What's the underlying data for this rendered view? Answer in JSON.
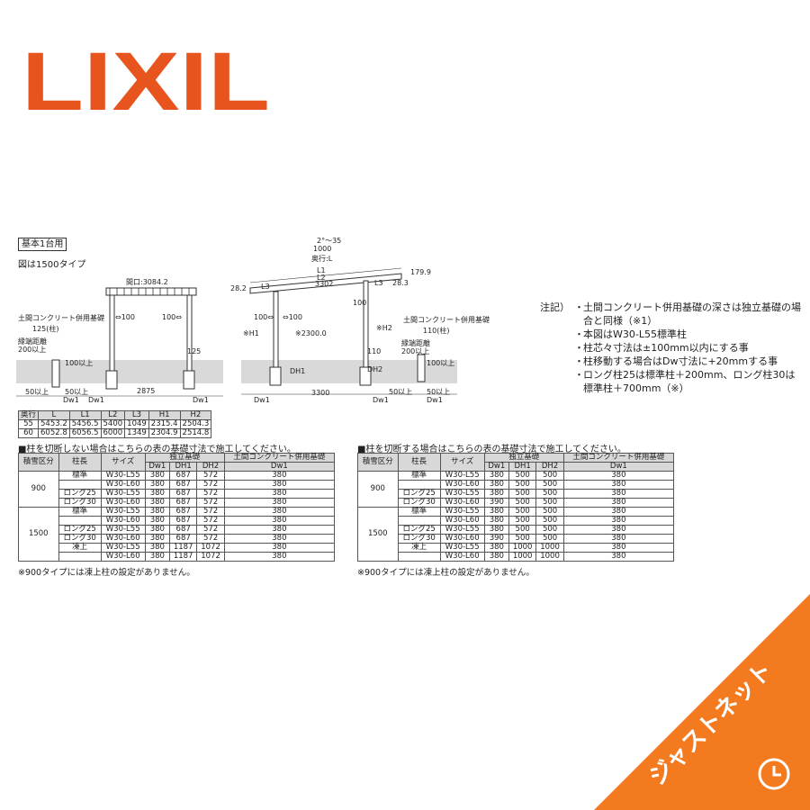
{
  "brand": {
    "logo_text": "LIXIL",
    "color": "#e8541d"
  },
  "section_tag": "基本1台用",
  "subtitle": "図は1500タイプ",
  "drawing_labels": {
    "front": {
      "opening": "間口:3084.2",
      "slab_label": "土間コンクリート併用基礎",
      "col125": "125(柱)",
      "edge_dist": "縁端距離",
      "edge_min": "200以上",
      "arrow_left": "⇔100",
      "arrow_right": "100⇔",
      "dim_100": "100以上",
      "dim_125": "125",
      "dim_50": "50以上",
      "dim_50b": "50以上",
      "dim_span": "2875",
      "dw_left": "Dw1",
      "dw_mid": "Dw1",
      "dw_right": "Dw1"
    },
    "side": {
      "top_slope": "2°～35",
      "top_1000": "1000",
      "depth": "奥行:L",
      "l1": "L1",
      "l2": "L2",
      "l3_left": "L3",
      "l3_right": "L3",
      "span_3302": "3302",
      "dim_28_left": "28.2",
      "dim_28_right": "28.3",
      "dim_179": "179.9",
      "h1": "※H1",
      "h2": "※H2",
      "h2300": "※2300.0",
      "h110": "110",
      "dim_100": "100",
      "arrow_left": "100⇔",
      "arrow_right": "⇔100",
      "dh1_left": "DH1",
      "dh2_right": "DH2",
      "span_3300": "3300",
      "dw_left": "Dw1",
      "dw_right": "Dw1",
      "dw_mid": "Dw1",
      "slab_label": "土間コンクリート併用基礎",
      "col110": "110(柱)",
      "edge_dist": "縁端距離",
      "edge_min": "200以上",
      "dim_50": "50以上",
      "dim_50b": "50以上",
      "dim_100b": "100以上"
    }
  },
  "dim_table": {
    "headers": [
      "奥行",
      "L",
      "L1",
      "L2",
      "L3",
      "H1",
      "H2"
    ],
    "rows": [
      [
        "55",
        "5453.2",
        "5456.5",
        "5400",
        "1049",
        "2315.4",
        "2504.3"
      ],
      [
        "60",
        "6052.8",
        "6056.5",
        "6000",
        "1349",
        "2304.9",
        "2514.8"
      ]
    ]
  },
  "notes": {
    "label": "注記）",
    "items": [
      "土間コンクリート併用基礎の深さは独立基礎の場合と同様（※1）",
      "本図はW30-L55標準柱",
      "柱芯々寸法は±100mm以内にする事",
      "柱移動する場合はDw寸法に+20mmする事",
      "ロング柱25は標準柱＋200mm、ロング柱30は標準柱＋700mm（※）"
    ]
  },
  "table_left": {
    "caption": "■柱を切断しない場合はこちらの表の基礎寸法で施工してください。",
    "head1": [
      "積雪区分",
      "柱長",
      "サイズ",
      "独立基礎",
      "土間コンクリート併用基礎"
    ],
    "head2": [
      "Dw1",
      "DH1",
      "DH2",
      "Dw1"
    ],
    "groups": [
      {
        "snow": "900",
        "rows": [
          {
            "len": "標準",
            "size": "W30-L55",
            "v": [
              "380",
              "687",
              "572",
              "380"
            ]
          },
          {
            "len": "",
            "size": "W30-L60",
            "v": [
              "380",
              "687",
              "572",
              "380"
            ]
          },
          {
            "len": "ロング25",
            "size": "W30-L55",
            "v": [
              "380",
              "687",
              "572",
              "380"
            ]
          },
          {
            "len": "ロング30",
            "size": "W30-L60",
            "v": [
              "380",
              "687",
              "572",
              "380"
            ]
          }
        ]
      },
      {
        "snow": "1500",
        "rows": [
          {
            "len": "標準",
            "size": "W30-L55",
            "v": [
              "380",
              "687",
              "572",
              "380"
            ]
          },
          {
            "len": "",
            "size": "W30-L60",
            "v": [
              "380",
              "687",
              "572",
              "380"
            ]
          },
          {
            "len": "ロング25",
            "size": "W30-L55",
            "v": [
              "380",
              "687",
              "572",
              "380"
            ]
          },
          {
            "len": "ロング30",
            "size": "W30-L60",
            "v": [
              "380",
              "687",
              "572",
              "380"
            ]
          },
          {
            "len": "凍上",
            "size": "W30-L55",
            "v": [
              "380",
              "1187",
              "1072",
              "380"
            ]
          },
          {
            "len": "",
            "size": "W30-L60",
            "v": [
              "380",
              "1187",
              "1072",
              "380"
            ]
          }
        ]
      }
    ],
    "footnote": "※900タイプには凍上柱の設定がありません。"
  },
  "table_right": {
    "caption": "■柱を切断する場合はこちらの表の基礎寸法で施工してください。",
    "head1": [
      "積雪区分",
      "柱長",
      "サイズ",
      "独立基礎",
      "土間コンクリート併用基礎"
    ],
    "head2": [
      "Dw1",
      "DH1",
      "DH2",
      "Dw1"
    ],
    "groups": [
      {
        "snow": "900",
        "rows": [
          {
            "len": "標準",
            "size": "W30-L55",
            "v": [
              "380",
              "500",
              "500",
              "380"
            ]
          },
          {
            "len": "",
            "size": "W30-L60",
            "v": [
              "380",
              "500",
              "500",
              "380"
            ]
          },
          {
            "len": "ロング25",
            "size": "W30-L55",
            "v": [
              "380",
              "500",
              "500",
              "380"
            ]
          },
          {
            "len": "ロング30",
            "size": "W30-L60",
            "v": [
              "390",
              "500",
              "500",
              "380"
            ]
          }
        ]
      },
      {
        "snow": "1500",
        "rows": [
          {
            "len": "標準",
            "size": "W30-L55",
            "v": [
              "380",
              "500",
              "500",
              "380"
            ]
          },
          {
            "len": "",
            "size": "W30-L60",
            "v": [
              "380",
              "500",
              "500",
              "380"
            ]
          },
          {
            "len": "ロング25",
            "size": "W30-L55",
            "v": [
              "380",
              "500",
              "500",
              "380"
            ]
          },
          {
            "len": "ロング30",
            "size": "W30-L60",
            "v": [
              "390",
              "500",
              "500",
              "380"
            ]
          },
          {
            "len": "凍上",
            "size": "W30-L55",
            "v": [
              "380",
              "1000",
              "1000",
              "380"
            ]
          },
          {
            "len": "",
            "size": "W30-L60",
            "v": [
              "380",
              "1000",
              "1000",
              "380"
            ]
          }
        ]
      }
    ],
    "footnote": "※900タイプには凍上柱の設定がありません。"
  },
  "ribbon": {
    "text": "ジャストネット",
    "color": "#f47a20",
    "icon": "clock-icon"
  }
}
